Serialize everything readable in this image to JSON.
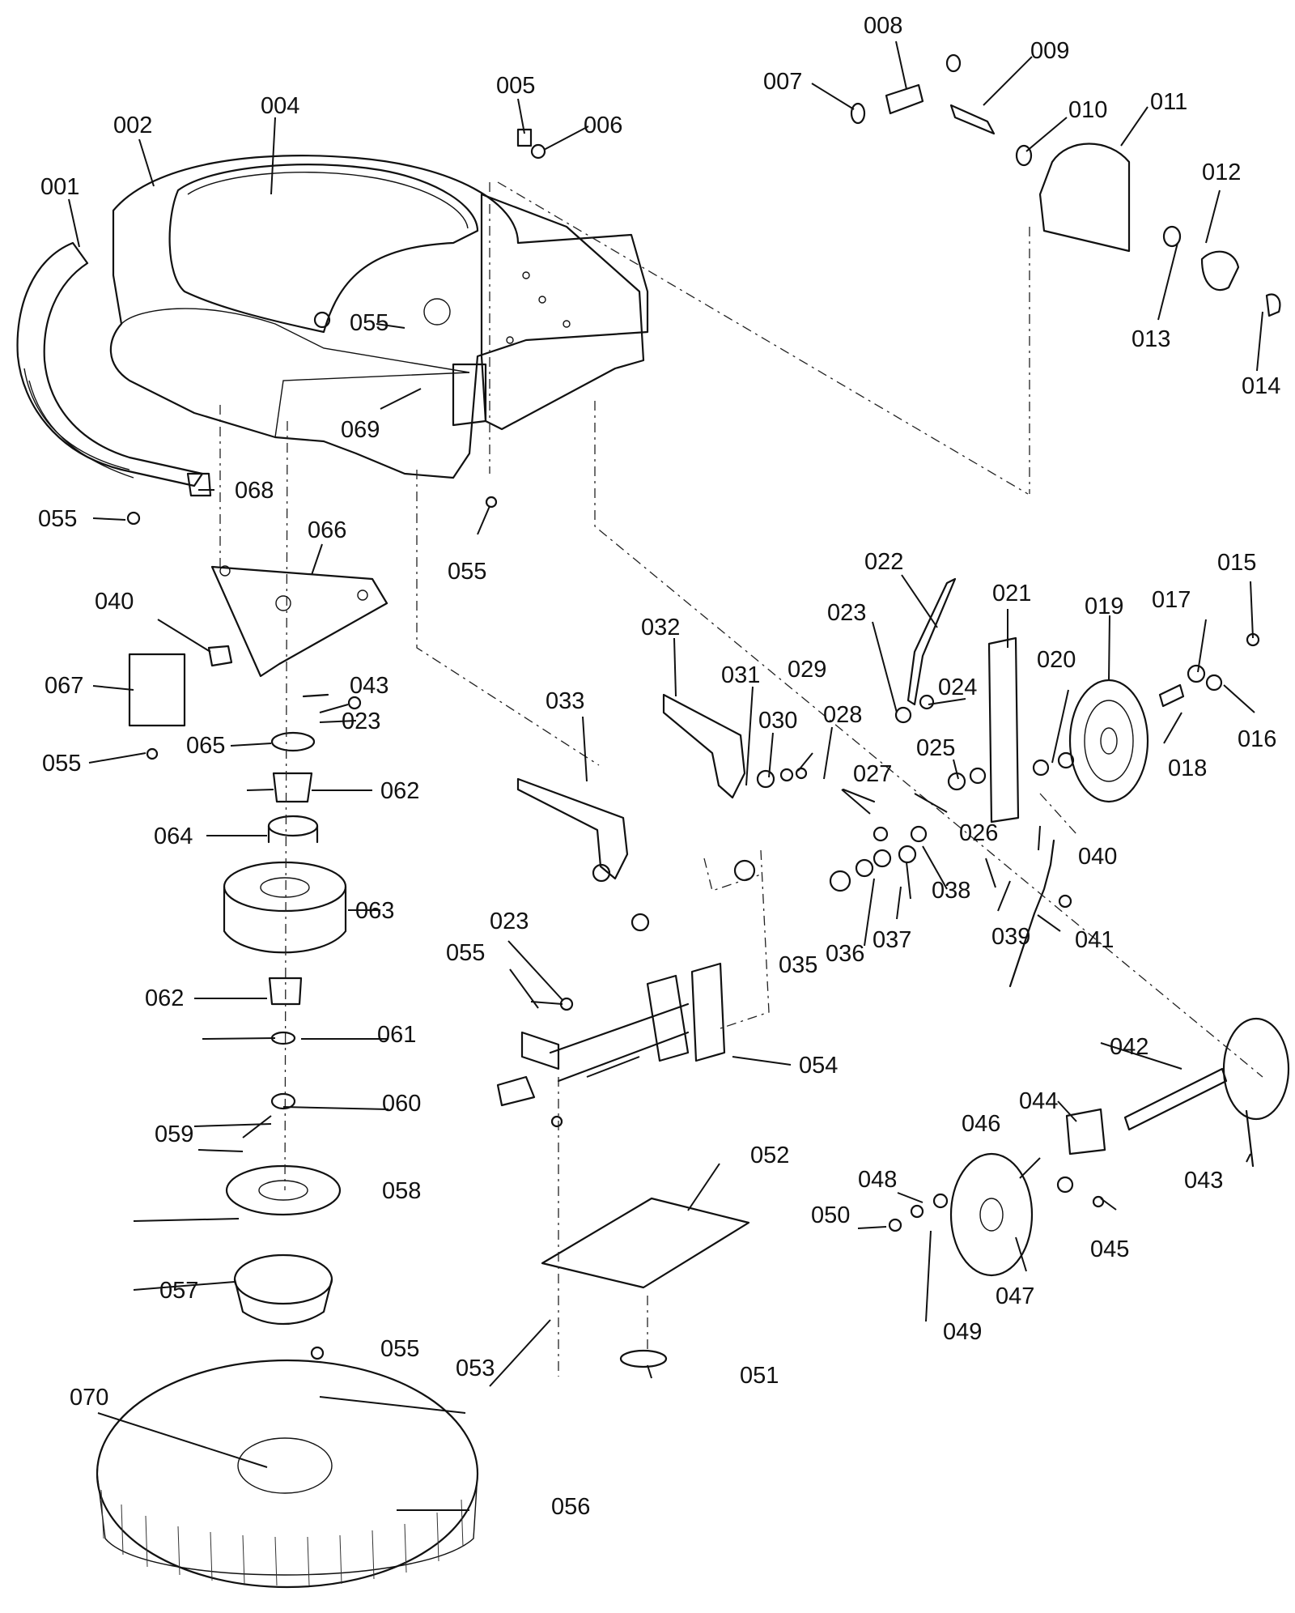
{
  "parts": [
    {
      "id": "p001",
      "number": "001"
    },
    {
      "id": "p002",
      "number": "002"
    },
    {
      "id": "p004",
      "number": "004"
    },
    {
      "id": "p005",
      "number": "005"
    },
    {
      "id": "p006",
      "number": "006"
    },
    {
      "id": "p007",
      "number": "007"
    },
    {
      "id": "p008",
      "number": "008"
    },
    {
      "id": "p009",
      "number": "009"
    },
    {
      "id": "p010",
      "number": "010"
    },
    {
      "id": "p011",
      "number": "011"
    },
    {
      "id": "p012",
      "number": "012"
    },
    {
      "id": "p013",
      "number": "013"
    },
    {
      "id": "p014",
      "number": "014"
    },
    {
      "id": "p015",
      "number": "015"
    },
    {
      "id": "p016",
      "number": "016"
    },
    {
      "id": "p017",
      "number": "017"
    },
    {
      "id": "p018",
      "number": "018"
    },
    {
      "id": "p019",
      "number": "019"
    },
    {
      "id": "p020",
      "number": "020"
    },
    {
      "id": "p021",
      "number": "021"
    },
    {
      "id": "p022",
      "number": "022"
    },
    {
      "id": "p023a",
      "number": "023"
    },
    {
      "id": "p023b",
      "number": "023"
    },
    {
      "id": "p023c",
      "number": "023"
    },
    {
      "id": "p024",
      "number": "024"
    },
    {
      "id": "p025",
      "number": "025"
    },
    {
      "id": "p026",
      "number": "026"
    },
    {
      "id": "p027",
      "number": "027"
    },
    {
      "id": "p028",
      "number": "028"
    },
    {
      "id": "p029",
      "number": "029"
    },
    {
      "id": "p030",
      "number": "030"
    },
    {
      "id": "p031",
      "number": "031"
    },
    {
      "id": "p032",
      "number": "032"
    },
    {
      "id": "p033",
      "number": "033"
    },
    {
      "id": "p035",
      "number": "035"
    },
    {
      "id": "p036",
      "number": "036"
    },
    {
      "id": "p037",
      "number": "037"
    },
    {
      "id": "p038",
      "number": "038"
    },
    {
      "id": "p039",
      "number": "039"
    },
    {
      "id": "p040a",
      "number": "040"
    },
    {
      "id": "p040b",
      "number": "040"
    },
    {
      "id": "p041",
      "number": "041"
    },
    {
      "id": "p042",
      "number": "042"
    },
    {
      "id": "p043a",
      "number": "043"
    },
    {
      "id": "p043b",
      "number": "043"
    },
    {
      "id": "p044",
      "number": "044"
    },
    {
      "id": "p045",
      "number": "045"
    },
    {
      "id": "p046",
      "number": "046"
    },
    {
      "id": "p047",
      "number": "047"
    },
    {
      "id": "p048",
      "number": "048"
    },
    {
      "id": "p049",
      "number": "049"
    },
    {
      "id": "p050",
      "number": "050"
    },
    {
      "id": "p051",
      "number": "051"
    },
    {
      "id": "p052",
      "number": "052"
    },
    {
      "id": "p053",
      "number": "053"
    },
    {
      "id": "p054",
      "number": "054"
    },
    {
      "id": "p055a",
      "number": "055"
    },
    {
      "id": "p055b",
      "number": "055"
    },
    {
      "id": "p055c",
      "number": "055"
    },
    {
      "id": "p055d",
      "number": "055"
    },
    {
      "id": "p055e",
      "number": "055"
    },
    {
      "id": "p055f",
      "number": "055"
    },
    {
      "id": "p056",
      "number": "056"
    },
    {
      "id": "p057",
      "number": "057"
    },
    {
      "id": "p058",
      "number": "058"
    },
    {
      "id": "p059",
      "number": "059"
    },
    {
      "id": "p060",
      "number": "060"
    },
    {
      "id": "p061",
      "number": "061"
    },
    {
      "id": "p062a",
      "number": "062"
    },
    {
      "id": "p062b",
      "number": "062"
    },
    {
      "id": "p063",
      "number": "063"
    },
    {
      "id": "p064",
      "number": "064"
    },
    {
      "id": "p065",
      "number": "065"
    },
    {
      "id": "p066",
      "number": "066"
    },
    {
      "id": "p067",
      "number": "067"
    },
    {
      "id": "p068",
      "number": "068"
    },
    {
      "id": "p069",
      "number": "069"
    },
    {
      "id": "p070",
      "number": "070"
    }
  ]
}
